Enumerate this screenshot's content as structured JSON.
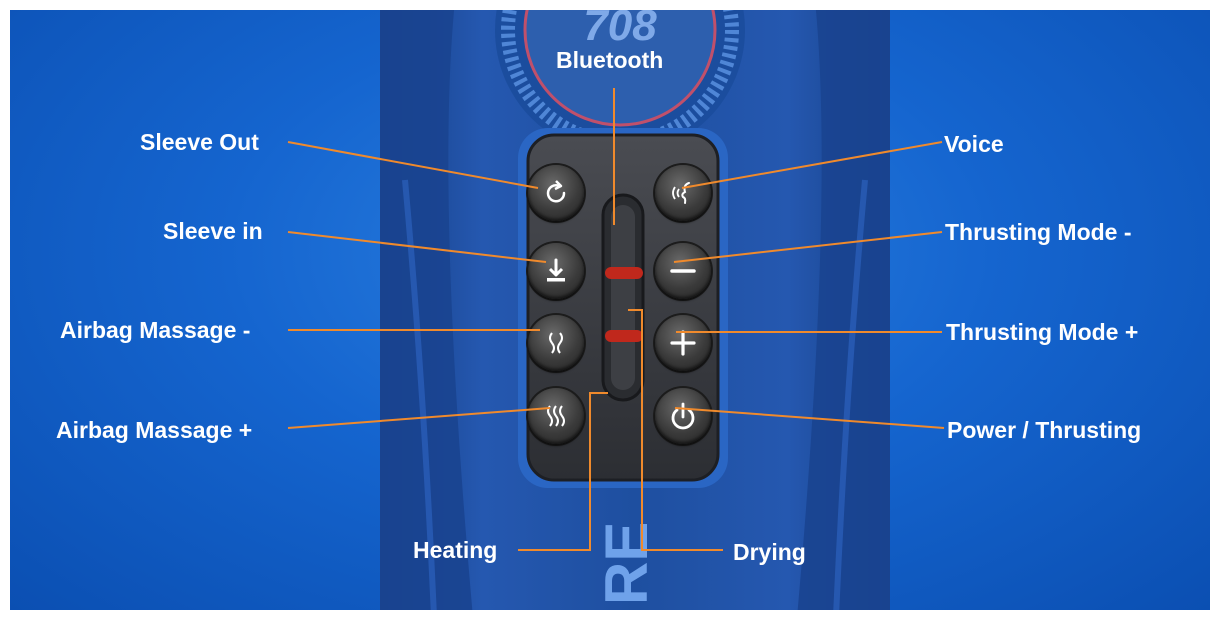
{
  "labels": {
    "bluetooth": "Bluetooth",
    "sleeve_out": "Sleeve Out",
    "sleeve_in": "Sleeve in",
    "airbag_minus": "Airbag Massage -",
    "airbag_plus": "Airbag Massage +",
    "voice": "Voice",
    "thrust_minus": "Thrusting Mode -",
    "thrust_plus": "Thrusting Mode +",
    "power": "Power / Thrusting",
    "heating": "Heating",
    "drying": "Drying"
  },
  "device": {
    "dial_text": "708",
    "side_text": "RE"
  },
  "colors": {
    "background": "#1565cf",
    "device": "#1e4fa0",
    "leader": "#f08a2c",
    "panel": "#3b3d42",
    "led": "#c0281c"
  },
  "icons": {
    "sleeve_out": "rotate-icon",
    "sleeve_in": "download-icon",
    "airbag_minus": "airbag-deflate-icon",
    "airbag_plus": "airbag-inflate-icon",
    "voice": "voice-icon",
    "thrust_minus": "minus-icon",
    "thrust_plus": "plus-icon",
    "power": "power-icon"
  }
}
